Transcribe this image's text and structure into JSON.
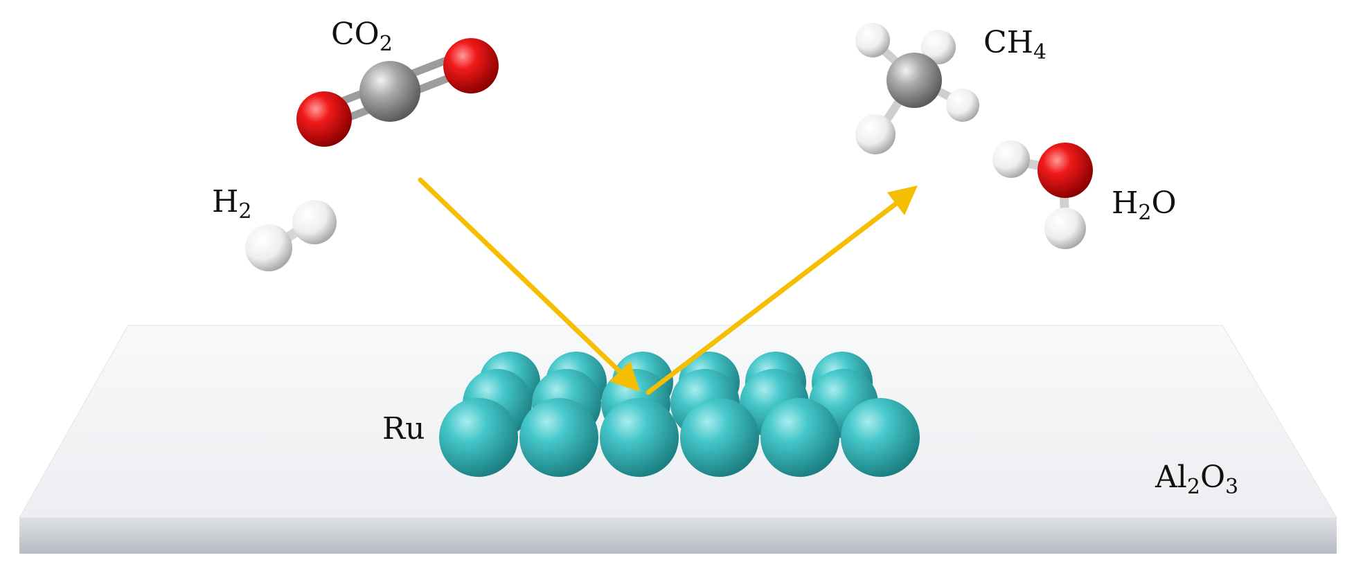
{
  "labels": {
    "co2": {
      "base": "CO",
      "sub": "2",
      "suffix": ""
    },
    "h2": {
      "base": "H",
      "sub": "2",
      "suffix": ""
    },
    "ch4": {
      "base": "CH",
      "sub": "4",
      "suffix": ""
    },
    "h2o": {
      "base": "H",
      "sub": "2",
      "suffix": "O"
    },
    "ru": {
      "text": "Ru"
    },
    "al2o3": {
      "base": "Al",
      "sub": "2",
      "mid": "O",
      "sub2": "3"
    }
  },
  "colors": {
    "oxygen": "#e01212",
    "carbon": "#8f8f8f",
    "hydrogen": "#f4f4f4",
    "ruthenium": "#3ec3c6",
    "arrow": "#f6be00",
    "support_top": "#f3f4f6",
    "support_side": "#c9ccd2"
  },
  "catalyst": {
    "element": "Ru",
    "rows": 3,
    "cols": 6
  }
}
